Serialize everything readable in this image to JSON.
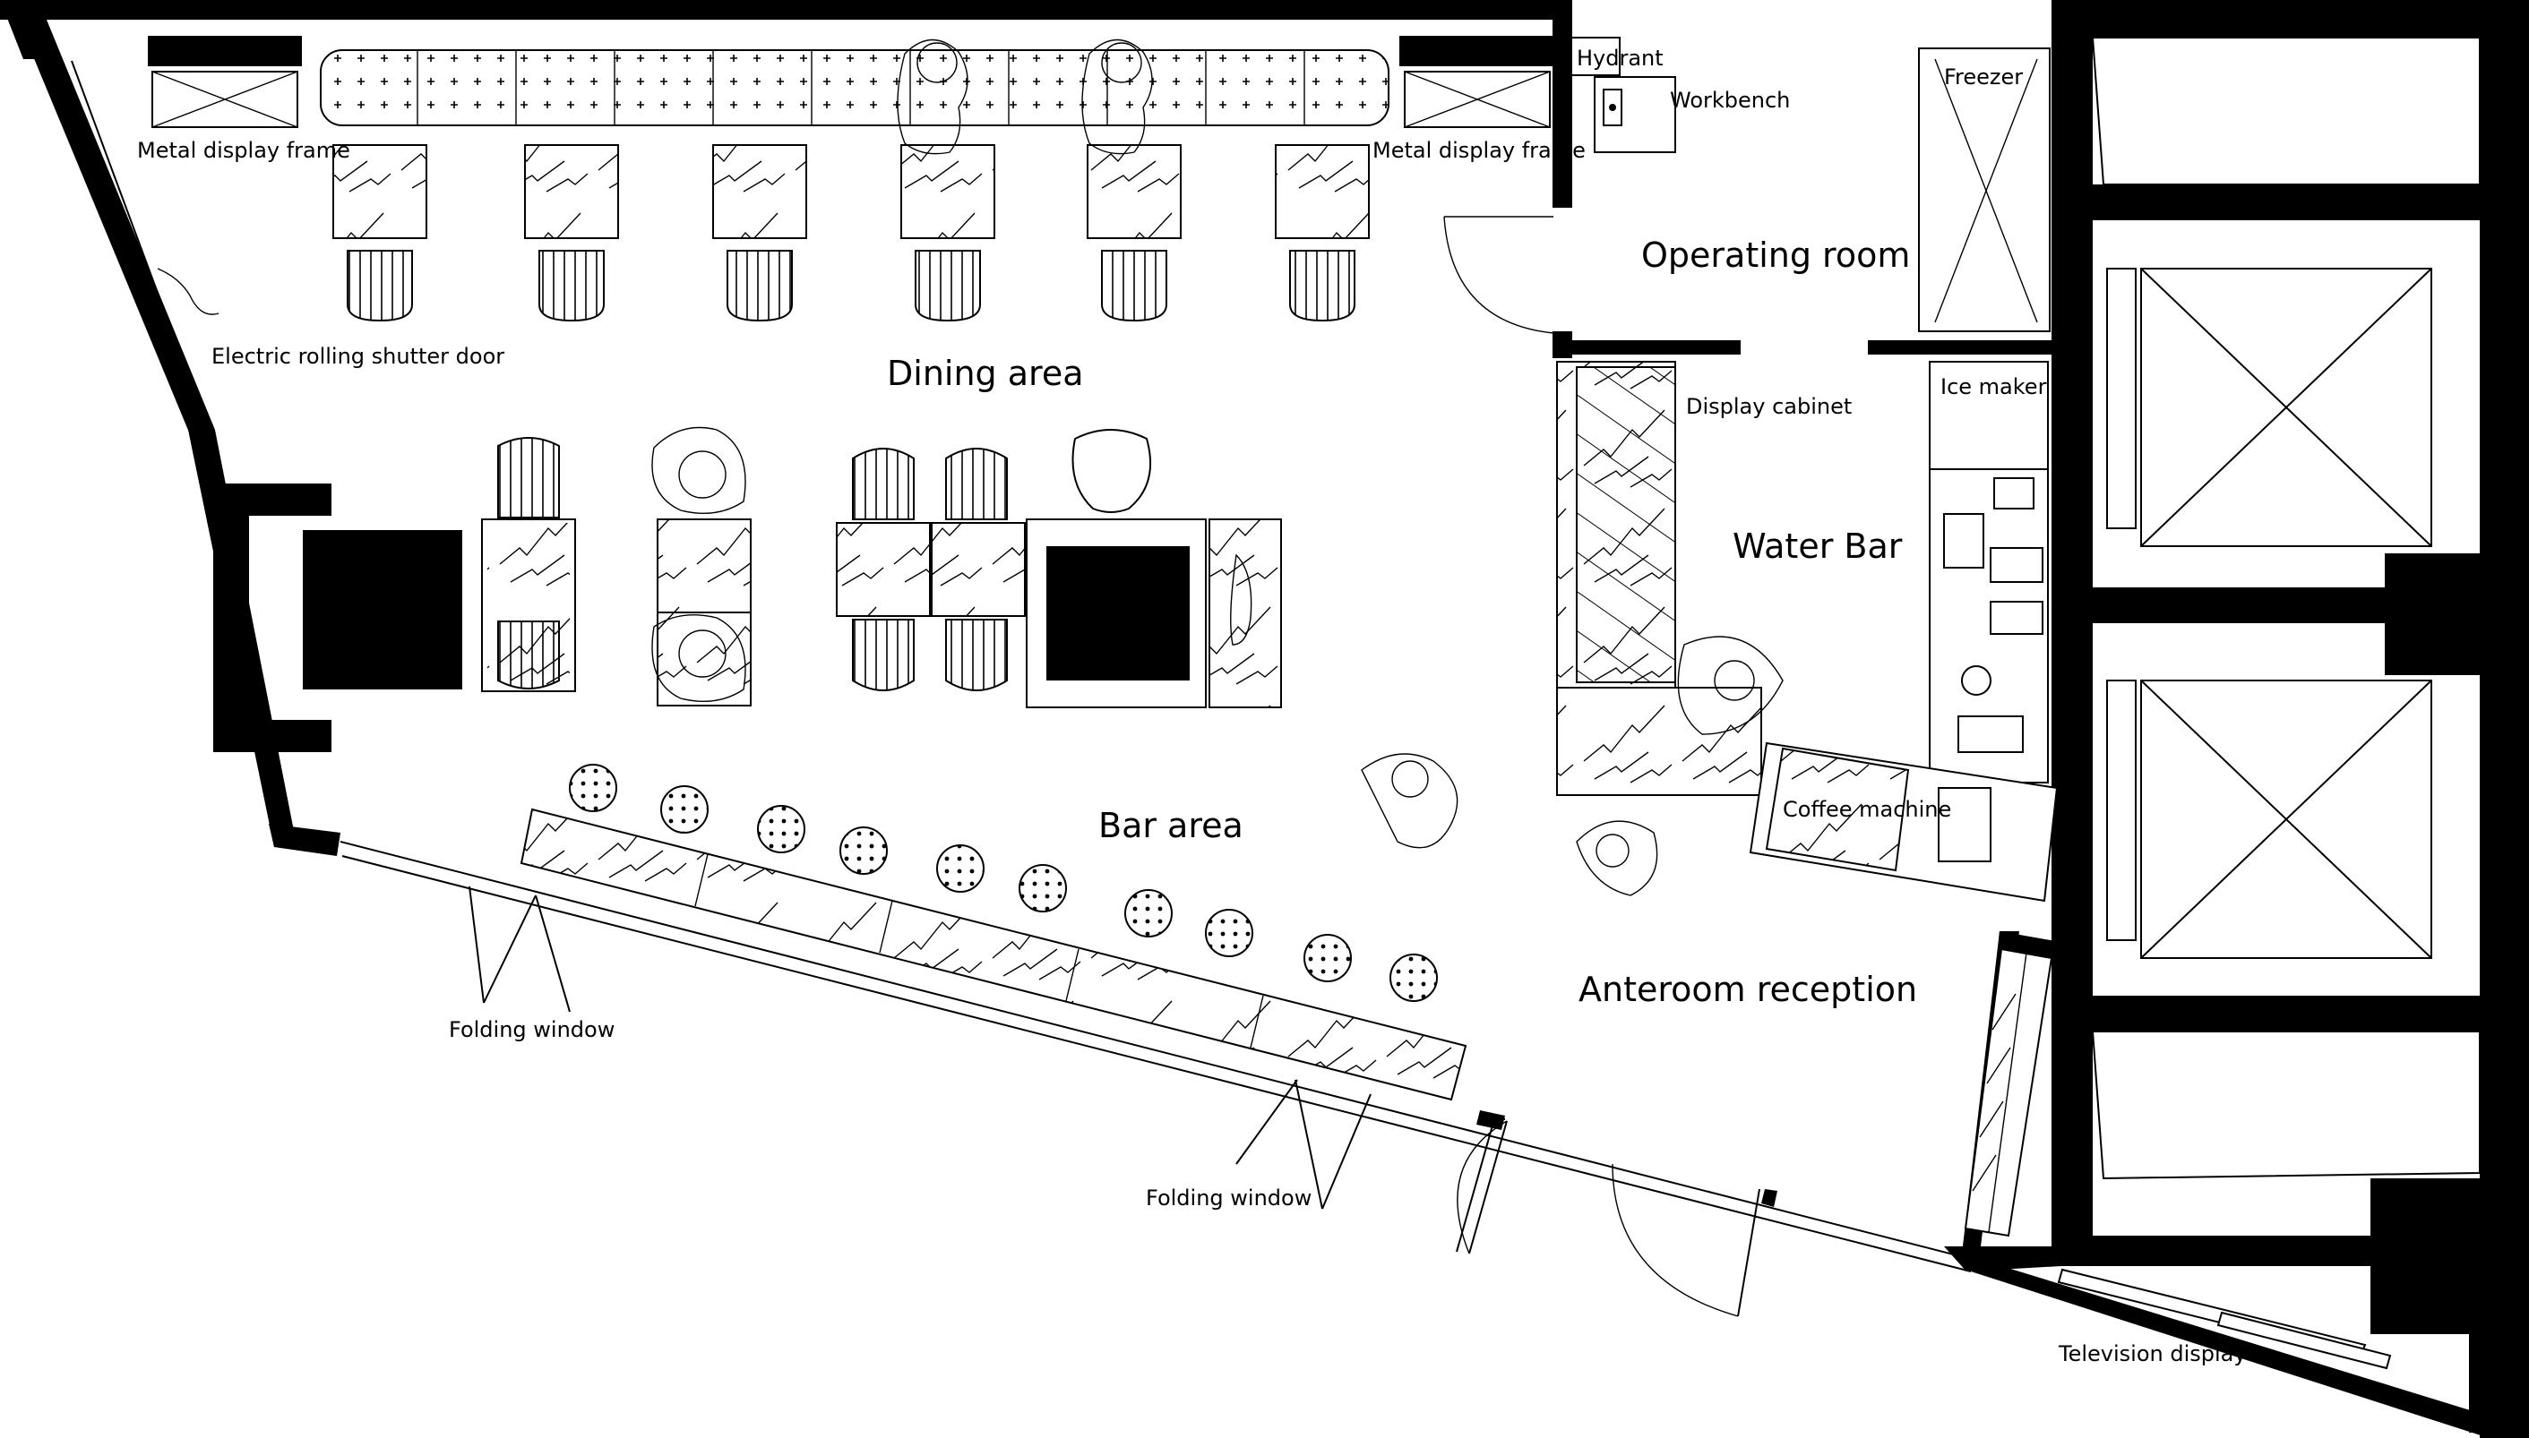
{
  "labels": {
    "dining_area": "Dining area",
    "bar_area": "Bar area",
    "operating_room": "Operating room",
    "water_bar": "Water Bar",
    "anteroom_reception": "Anteroom reception",
    "hydrant": "Hydrant",
    "workbench": "Workbench",
    "freezer": "Freezer",
    "display_cabinet": "Display cabinet",
    "ice_maker": "Ice maker",
    "coffee_machine": "Coffee machine",
    "metal_display_frame_left": "Metal display frame",
    "metal_display_frame_right": "Metal display frame",
    "electric_rolling_shutter_door": "Electric rolling shutter door",
    "folding_window_left": "Folding window",
    "folding_window_right": "Folding window",
    "television_display": "Television display"
  }
}
